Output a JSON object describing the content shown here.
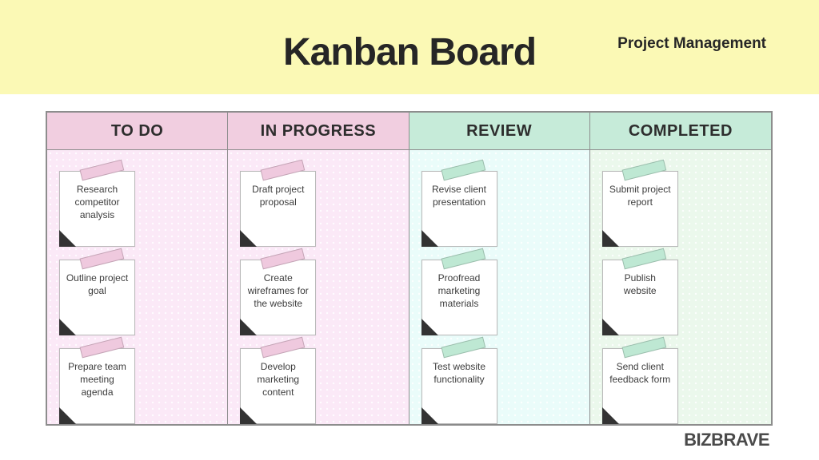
{
  "header": {
    "title": "Kanban Board",
    "subtitle": "Project Management",
    "band_color": "#FBF9B5"
  },
  "board": {
    "columns": [
      {
        "id": "todo",
        "label": "TO DO",
        "header_color": "#F1CEE0",
        "body_color": "#FBE9F7",
        "tape_color": "#EFC9DE",
        "cards": [
          "Research competitor analysis",
          "Outline project goal",
          "Prepare team meeting agenda"
        ]
      },
      {
        "id": "in-progress",
        "label": "IN PROGRESS",
        "header_color": "#F1CEE0",
        "body_color": "#FBE9F7",
        "tape_color": "#EFC9DE",
        "cards": [
          "Draft project proposal",
          "Create wireframes for the website",
          "Develop marketing content"
        ]
      },
      {
        "id": "review",
        "label": "REVIEW",
        "header_color": "#C6EBD9",
        "body_color": "#EAFCFA",
        "tape_color": "#BEE8D3",
        "cards": [
          "Revise client presentation",
          "Proofread marketing materials",
          "Test website functionality"
        ]
      },
      {
        "id": "completed",
        "label": "COMPLETED",
        "header_color": "#C6EBD9",
        "body_color": "#EBF8EC",
        "tape_color": "#BEE8D3",
        "cards": [
          "Submit project report",
          "Publish website",
          "Send client feedback form"
        ]
      }
    ]
  },
  "footer": {
    "brand": "BIZBRAVE"
  }
}
